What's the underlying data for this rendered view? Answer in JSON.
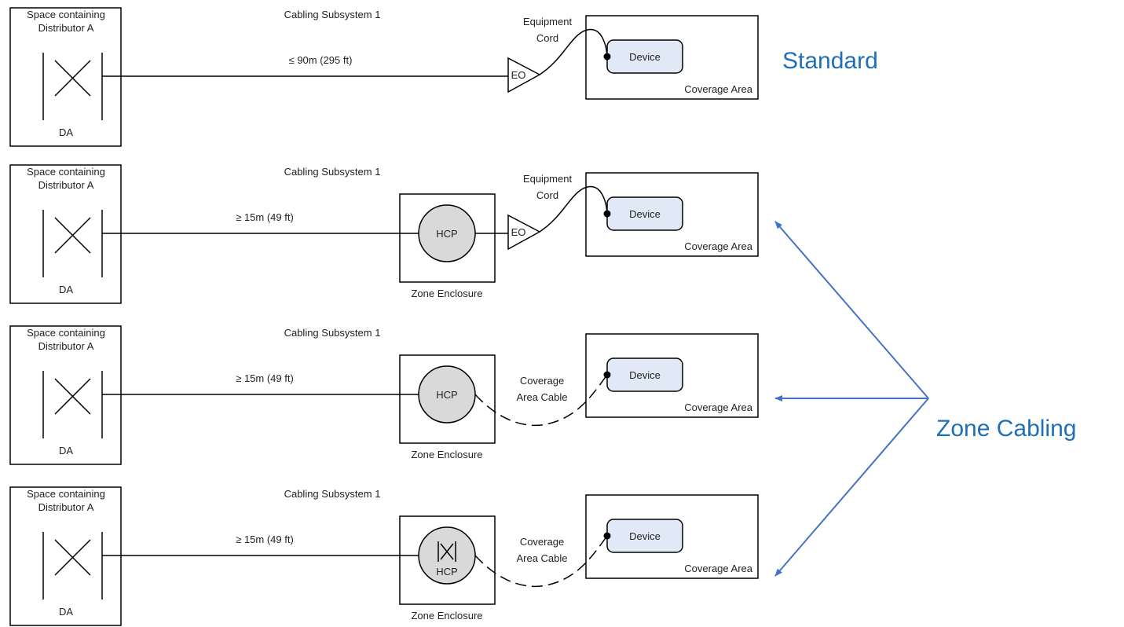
{
  "labels": {
    "space": [
      "Space containing",
      "Distributor A"
    ],
    "da": "DA",
    "subsystem": "Cabling Subsystem 1",
    "eo": "EO",
    "equipment_cord": [
      "Equipment",
      "Cord"
    ],
    "device": "Device",
    "coverage_area": "Coverage Area",
    "hcp": "HCP",
    "zone_enclosure": "Zone Enclosure",
    "coverage_area_cable": [
      "Coverage",
      "Area Cable"
    ]
  },
  "rows": [
    {
      "variant": "standard",
      "distance": "≤ 90m (295 ft)"
    },
    {
      "variant": "zone-eo",
      "distance": "≥  15m (49 ft)"
    },
    {
      "variant": "zone-cable",
      "distance": "≥ 15m (49 ft)"
    },
    {
      "variant": "zone-cable-cross",
      "distance": "≥ 15m (49 ft)"
    }
  ],
  "annotations": {
    "standard": "Standard",
    "zone_cabling": "Zone Cabling"
  },
  "colors": {
    "annotation_text": "#1f6fb8",
    "arrow": "#4472c4",
    "device_fill": "#e2e9f6",
    "hcp_fill": "#d9d9d9"
  }
}
